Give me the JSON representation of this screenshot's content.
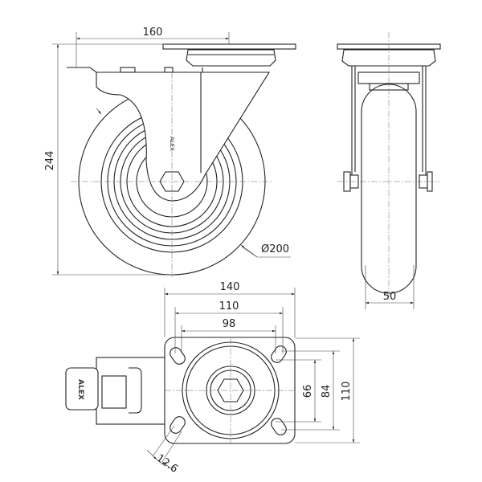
{
  "drawing": {
    "side_view": {
      "width_dim": "160",
      "height_dim": "244",
      "diameter_dim": "Ø200"
    },
    "front_view": {
      "wheel_width_dim": "50"
    },
    "bottom_view": {
      "plate_width_dim": "140",
      "hole_spacing_x_dim": "110",
      "hole_spacing_x_inner_dim": "98",
      "hole_spacing_y_inner_dim": "66",
      "hole_spacing_y_dim": "84",
      "plate_height_dim": "110",
      "slot_width_dim": "12.6",
      "brand_logo": "ALEX"
    }
  }
}
